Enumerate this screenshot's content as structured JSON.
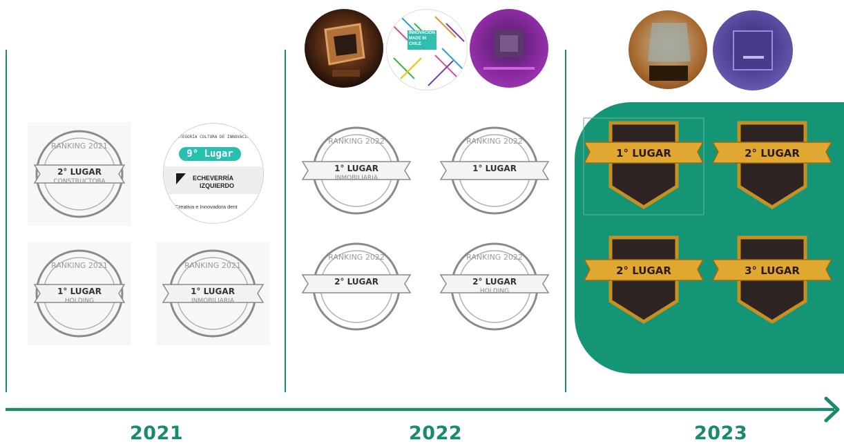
{
  "colors": {
    "accent": "#1a8a6c",
    "panel": "#149575",
    "gold": "#c89020",
    "badge_dark": "#2e2424"
  },
  "years": [
    "2021",
    "2022",
    "2023"
  ],
  "timeline": {
    "arrow_icon": "arrow-right-icon"
  },
  "awards_2021": {
    "stamps": [
      {
        "ring": "RANKING 2021",
        "place": "2° LUGAR",
        "category": "CONSTRUCTORA"
      },
      {
        "ring": "RANKING 2021",
        "place": "1° LUGAR",
        "category": "HOLDING"
      },
      {
        "ring": "RANKING 2021",
        "place": "1° LUGAR",
        "category": "INMOBILIARIA"
      }
    ],
    "innovation_card": {
      "category": "CATEGORÍA CULTURA DE INNOVACIÓN",
      "place": "9° Lugar",
      "company_line1": "ECHEVERRÍA",
      "company_line2": "IZQUIERDO",
      "caption": "a Creativa e Innovadora dent"
    }
  },
  "awards_2022": {
    "photos": [
      {
        "name": "trophy-photo-1"
      },
      {
        "name": "innovation-made-in-chile",
        "title": "INNOVACIÓN MADE IN CHILE"
      },
      {
        "name": "award-photo-purple"
      }
    ],
    "stamps": [
      {
        "ring": "RANKING 2022",
        "place": "1° LUGAR",
        "category": "INMOBILIARIA"
      },
      {
        "ring": "RANKING 2022",
        "place": "1° LUGAR",
        "category": ""
      },
      {
        "ring": "RANKING 2022",
        "place": "2° LUGAR",
        "category": ""
      },
      {
        "ring": "RANKING 2022",
        "place": "2° LUGAR",
        "category": "HOLDING"
      }
    ]
  },
  "awards_2023": {
    "photos": [
      {
        "name": "trophy-photo-2"
      },
      {
        "name": "award-photo-blue"
      }
    ],
    "badges": [
      {
        "place": "1° LUGAR"
      },
      {
        "place": "2° LUGAR"
      },
      {
        "place": "2° LUGAR"
      },
      {
        "place": "3° LUGAR"
      }
    ]
  }
}
